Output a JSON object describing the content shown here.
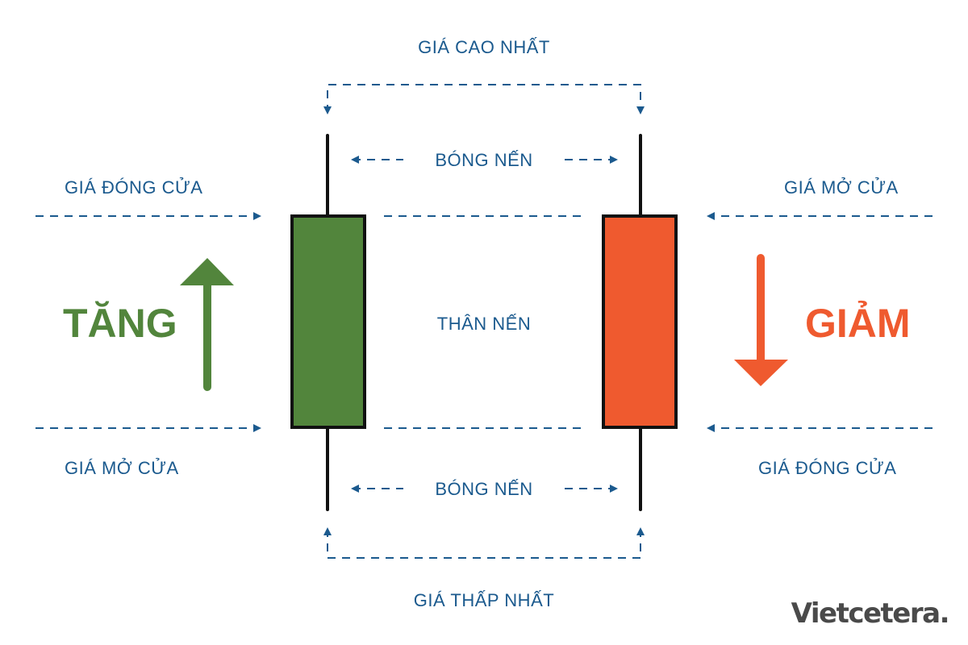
{
  "labels": {
    "highest_price": "GIÁ CAO NHẤT",
    "lowest_price": "GIÁ THẤP NHẤT",
    "upper_shadow": "BÓNG NẾN",
    "lower_shadow": "BÓNG NẾN",
    "body": "THÂN NẾN",
    "left_close": "GIÁ ĐÓNG CỬA",
    "left_open": "GIÁ MỞ CỬA",
    "right_open": "GIÁ MỞ CỬA",
    "right_close": "GIÁ ĐÓNG CỬA",
    "increase": "TĂNG",
    "decrease": "GIẢM"
  },
  "brand": {
    "logo": "Vietcetera."
  },
  "colors": {
    "bullish": "#52853c",
    "bearish": "#ef5a2f",
    "annotation": "#1b5a8e",
    "wick": "#111111",
    "logo": "#4a4a4a"
  }
}
